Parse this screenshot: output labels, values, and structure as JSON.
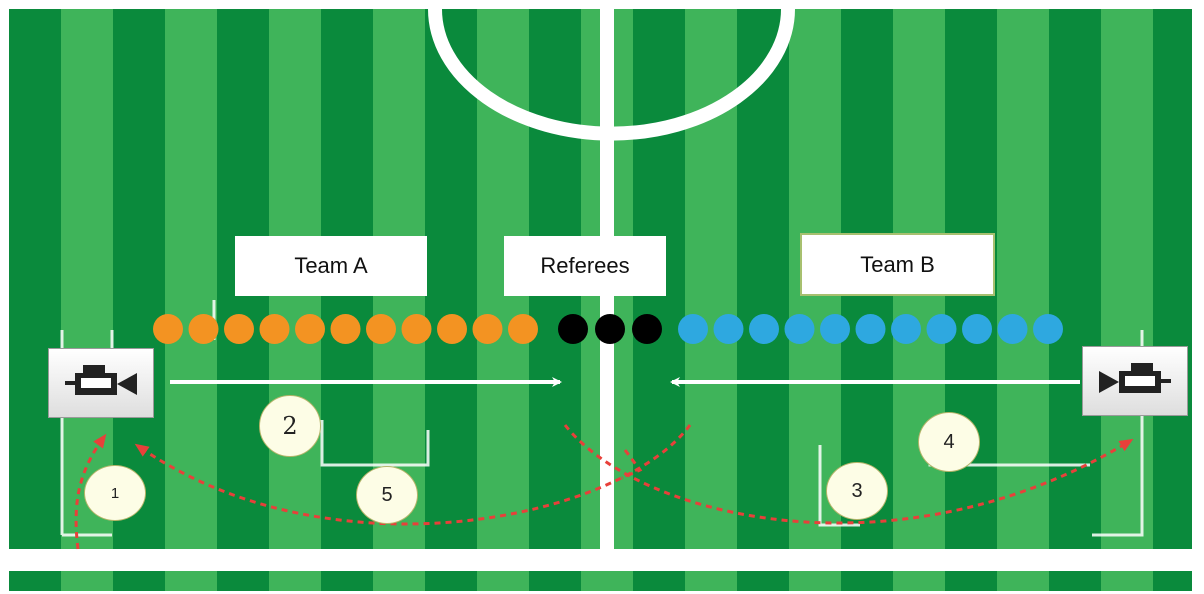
{
  "labels": {
    "team_a": "Team A",
    "referees": "Referees",
    "team_b": "Team B"
  },
  "steps": [
    "1",
    "2",
    "3",
    "4",
    "5"
  ],
  "players": {
    "team_a_count": 11,
    "referee_count": 3,
    "team_b_count": 11
  },
  "colors": {
    "team_a": "#f39322",
    "referees": "#000000",
    "team_b": "#2ea8e0",
    "pitch_dark": "#0a8a3c",
    "pitch_light": "#3fb45a",
    "line": "#ffffff",
    "path": "#e8403a"
  },
  "icons": {
    "camera_left": "video-camera-icon",
    "camera_right": "video-camera-icon"
  }
}
